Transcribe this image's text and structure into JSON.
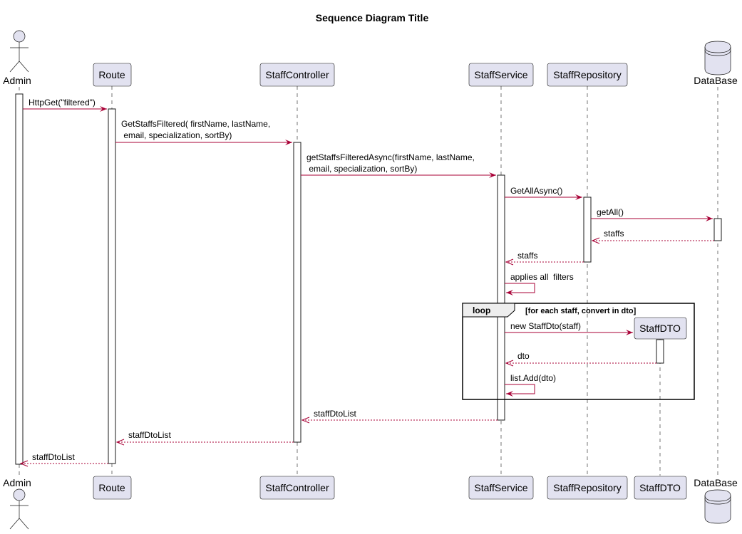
{
  "diagram": {
    "title": "Sequence Diagram Title",
    "participants": {
      "admin": "Admin",
      "route": "Route",
      "controller": "StaffController",
      "service": "StaffService",
      "repository": "StaffRepository",
      "dto": "StaffDTO",
      "database": "DataBase"
    },
    "messages": {
      "m1": "HttpGet(\"filtered\")",
      "m2_line1": "GetStaffsFiltered( firstName,  lastName,",
      "m2_line2": " email, specialization, sortBy)",
      "m3_line1": "getStaffsFilteredAsync(firstName, lastName,",
      "m3_line2": " email, specialization, sortBy)",
      "m4": "GetAllAsync()",
      "m5": "getAll()",
      "m6": "staffs",
      "m7": "staffs",
      "m8": "applies all  filters",
      "m9": "new StaffDto(staff)",
      "m10": "dto",
      "m11": "list.Add(dto)",
      "m12": "staffDtoList",
      "m13": "staffDtoList",
      "m14": "staffDtoList"
    },
    "loop": {
      "keyword": "loop",
      "condition": "[for each staff, convert in dto]"
    }
  }
}
